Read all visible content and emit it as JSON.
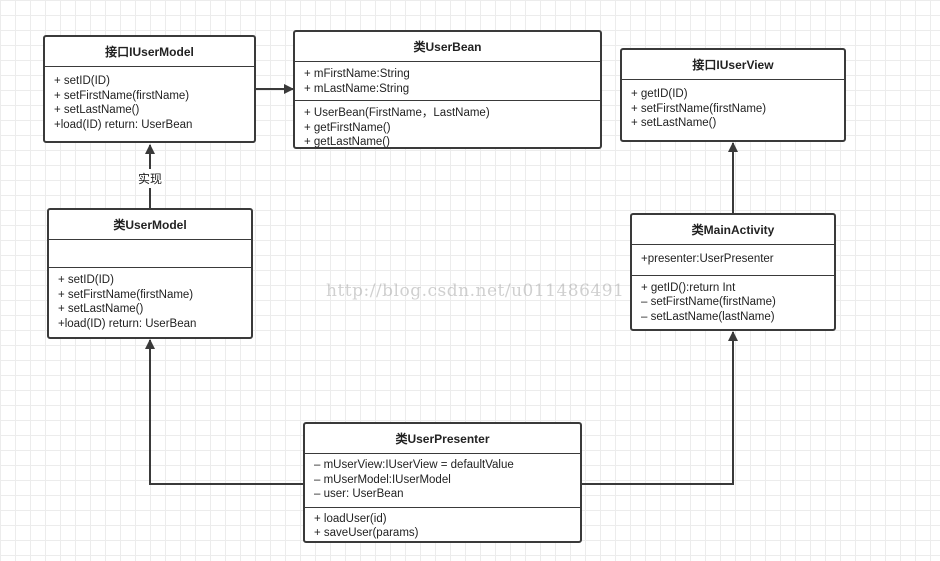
{
  "classes": {
    "iusermodel": {
      "title": "接口IUserModel",
      "attributes": [],
      "methods": [
        "+ setID(ID)",
        "+ setFirstName(firstName)",
        "+ setLastName()",
        "+load(ID) return: UserBean"
      ]
    },
    "userbean": {
      "title": "类UserBean",
      "attributes": [
        "+ mFirstName:String",
        "+ mLastName:String"
      ],
      "methods": [
        "+ UserBean(FirstName，LastName)",
        "+ getFirstName()",
        "+ getLastName()"
      ]
    },
    "iuserview": {
      "title": "接口IUserView",
      "attributes": [],
      "methods": [
        "+ getID(ID)",
        "+ setFirstName(firstName)",
        "+ setLastName()"
      ]
    },
    "usermodel": {
      "title": "类UserModel",
      "attributes": [],
      "methods": [
        "+ setID(ID)",
        "+ setFirstName(firstName)",
        "+ setLastName()",
        "+load(ID) return: UserBean"
      ]
    },
    "mainactivity": {
      "title": "类MainActivity",
      "attributes": [
        "+presenter:UserPresenter"
      ],
      "methods": [
        "+ getID():return Int",
        "– setFirstName(firstName)",
        "– setLastName(lastName)"
      ]
    },
    "userpresenter": {
      "title": "类UserPresenter",
      "attributes": [
        "– mUserView:IUserView = defaultValue",
        "– mUserModel:IUserModel",
        "– user: UserBean"
      ],
      "methods": [
        "+ loadUser(id)",
        "+ saveUser(params)"
      ]
    }
  },
  "labels": {
    "implements": "实现"
  },
  "watermark": "http://blog.csdn.net/u011486491",
  "colors": {
    "line": "#3a3a3a",
    "grid": "#ececec",
    "border": "#3a3a3a"
  }
}
